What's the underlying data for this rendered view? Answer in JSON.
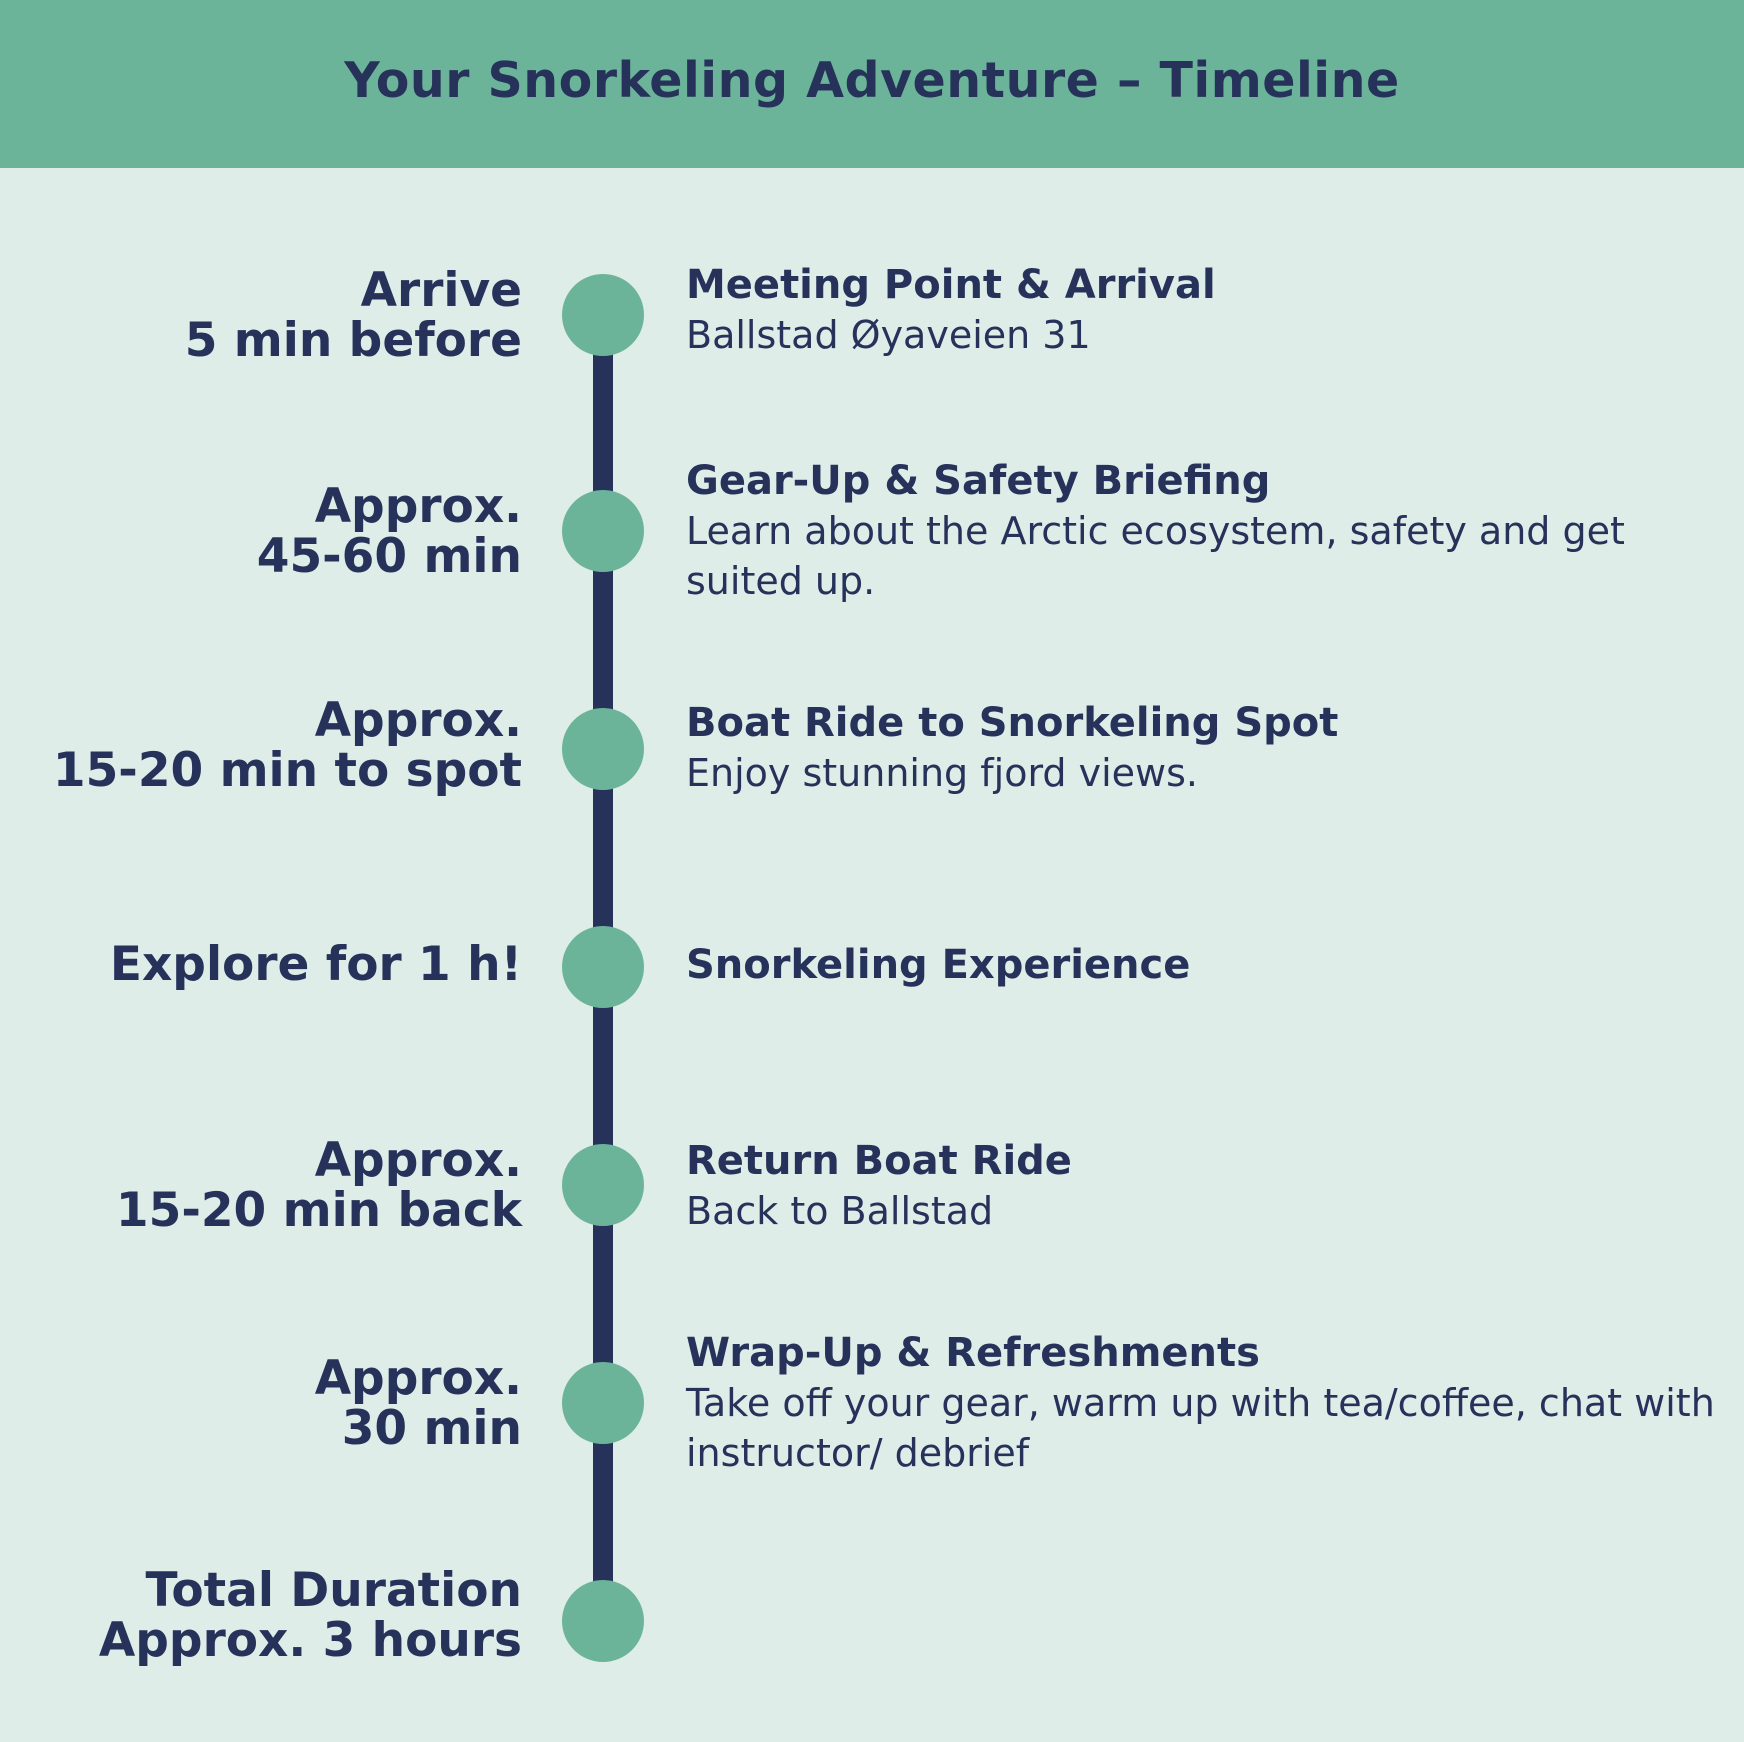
{
  "header": {
    "title": "Your Snorkeling Adventure – Timeline"
  },
  "colors": {
    "header_background": "#6cb499",
    "page_background": "#deede8",
    "text": "#27325b",
    "line": "#27325b",
    "dot": "#6cb499"
  },
  "steps": [
    {
      "time": "Arrive\n5 min before",
      "title": "Meeting Point & Arrival",
      "description": "Ballstad Øyaveien 31"
    },
    {
      "time": "Approx.\n45-60 min",
      "title": "Gear-Up & Safety Briefing",
      "description": "Learn about the Arctic ecosystem, safety and get suited up."
    },
    {
      "time": "Approx.\n15-20 min to spot",
      "title": "Boat Ride to Snorkeling Spot",
      "description": "Enjoy stunning fjord views."
    },
    {
      "time": "Explore for 1 h!",
      "title": "Snorkeling Experience",
      "description": ""
    },
    {
      "time": "Approx.\n15-20 min back",
      "title": "Return Boat Ride",
      "description": "Back to Ballstad"
    },
    {
      "time": "Approx.\n30 min",
      "title": "Wrap-Up & Refreshments",
      "description": "Take off your gear, warm up with tea/coffee, chat with instructor/ debrief"
    },
    {
      "time": "Total Duration\nApprox. 3 hours",
      "title": "",
      "description": ""
    }
  ]
}
